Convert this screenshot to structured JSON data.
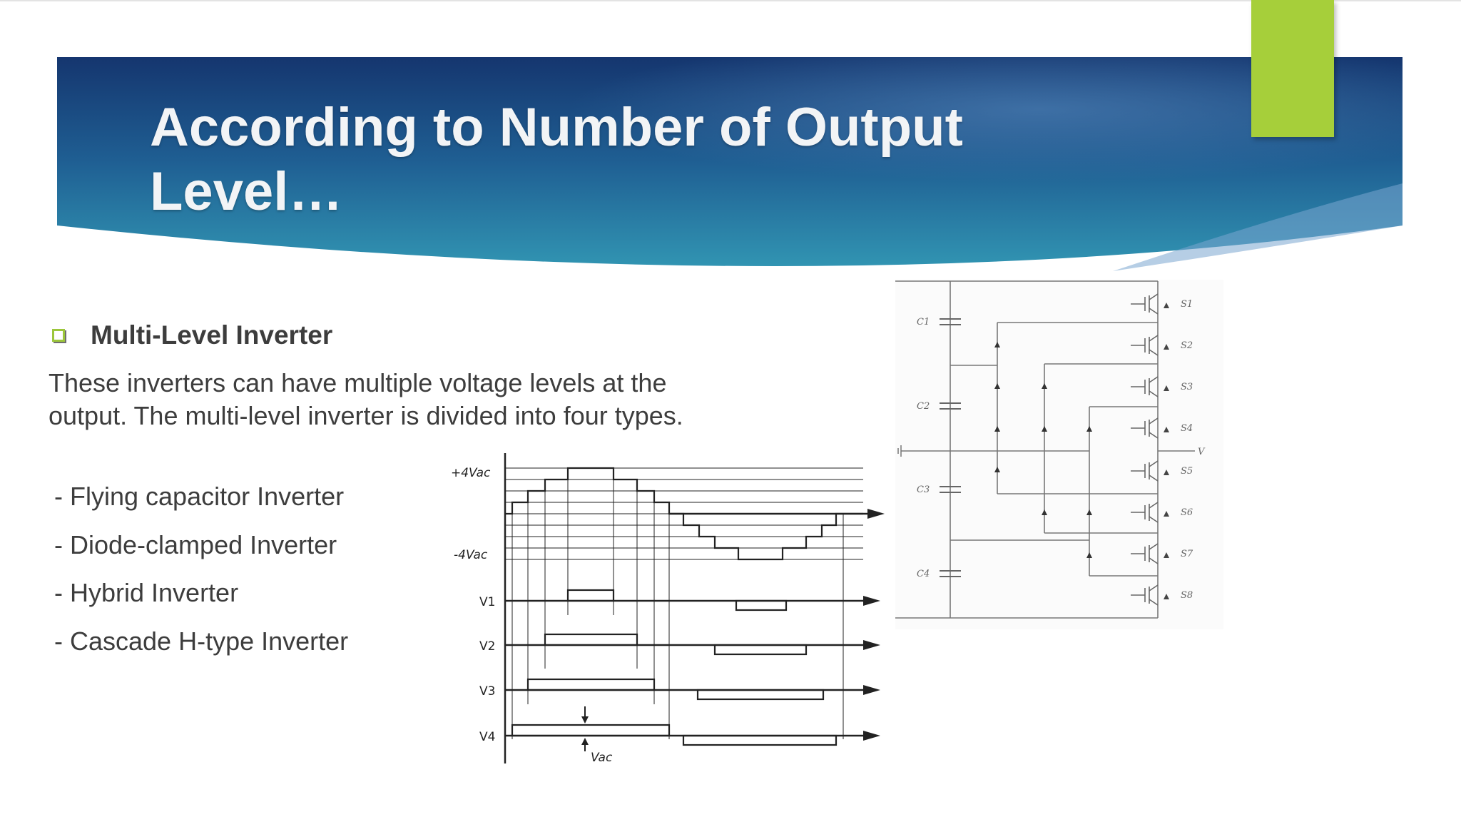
{
  "slide": {
    "title_line1": "According to Number of Output",
    "title_line2": "Level…",
    "section_title": "Multi-Level Inverter",
    "paragraph": "These inverters can have multiple voltage levels at the output. The multi-level inverter is divided into four types.",
    "types": [
      "- Flying capacitor Inverter",
      "- Diode-clamped Inverter",
      "- Hybrid Inverter",
      "- Cascade H-type Inverter"
    ],
    "colors": {
      "banner_dark": "#0f2f6e",
      "banner_light": "#2f8fb0",
      "accent": "#a6cf3a",
      "text": "#3d3d3d"
    }
  },
  "waveform": {
    "pos_label": "+4Vac",
    "neg_label": "-4Vac",
    "rows": [
      "V1",
      "V2",
      "V3",
      "V4"
    ],
    "unit_label": "Vac"
  },
  "circuit": {
    "capacitors": [
      "C1",
      "C2",
      "C3",
      "C4"
    ],
    "switches": [
      "S1",
      "S2",
      "S3",
      "S4",
      "S5",
      "S6",
      "S7",
      "S8"
    ],
    "output_label": "V"
  }
}
